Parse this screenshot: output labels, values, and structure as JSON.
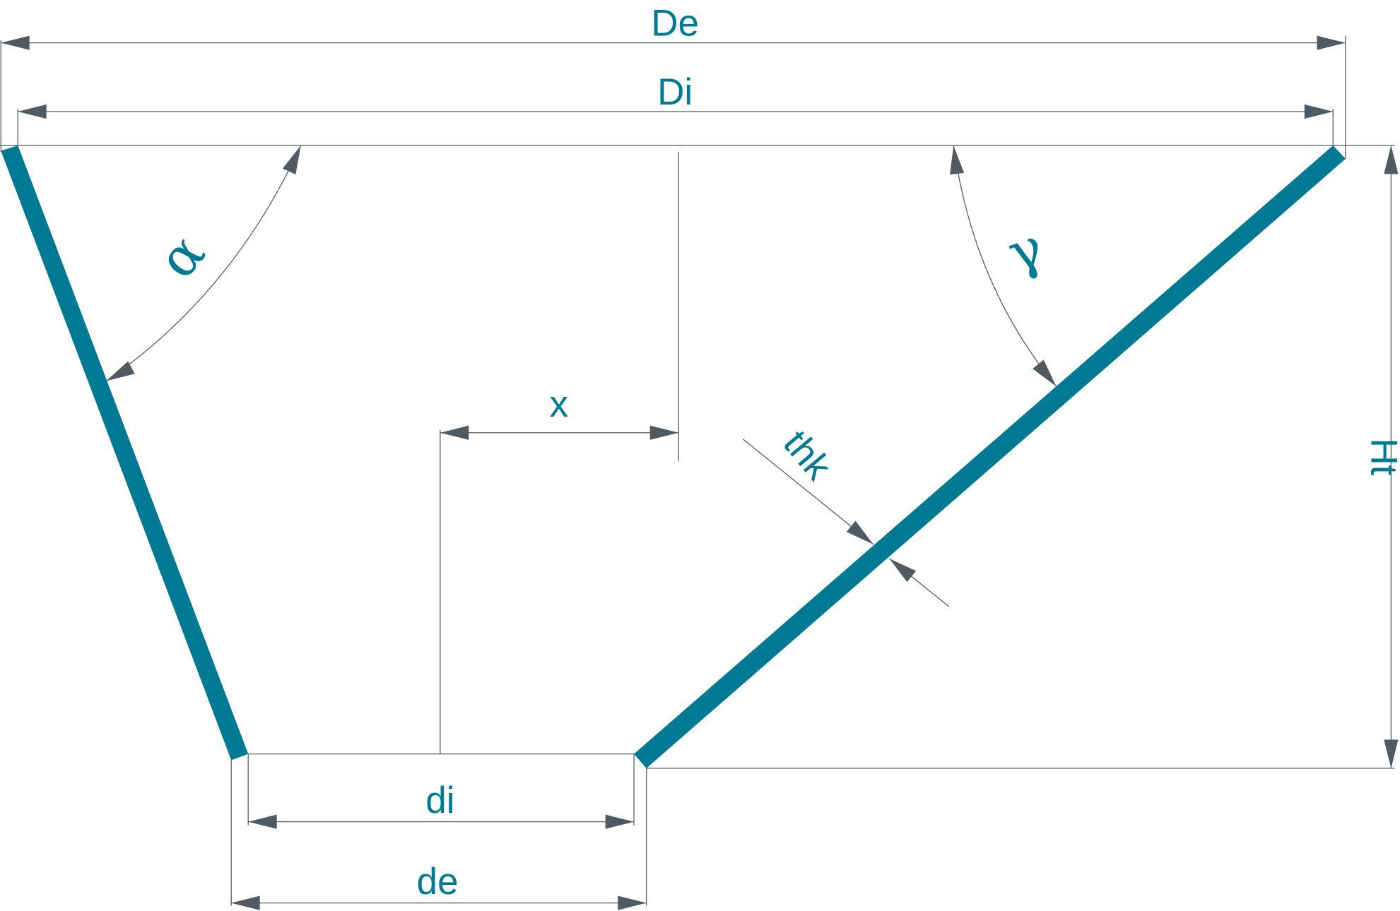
{
  "colors": {
    "wall": "#007a94",
    "label": "#007a94",
    "line": "#4f5a63"
  },
  "labels": {
    "outer_top_diameter": "De",
    "inner_top_diameter": "Di",
    "offset": "x",
    "inner_bottom_diameter": "di",
    "outer_bottom_diameter": "de",
    "total_height": "Ht",
    "left_angle": "α",
    "right_angle": "γ",
    "thickness": "thk"
  }
}
